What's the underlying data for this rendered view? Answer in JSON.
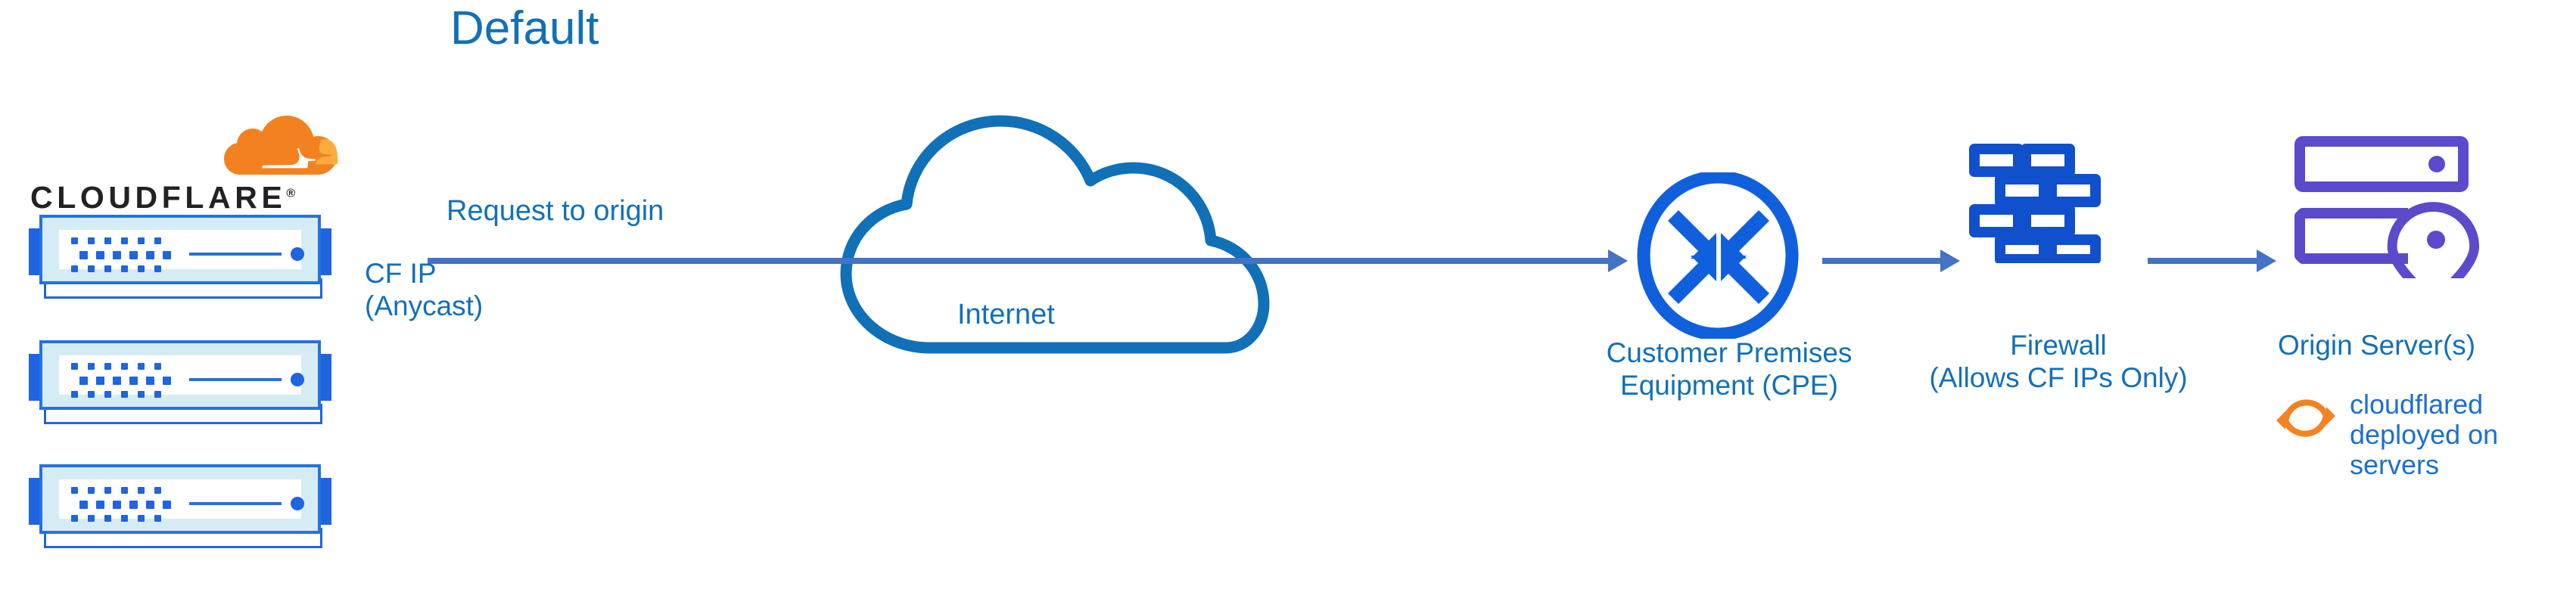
{
  "title": "Default",
  "brand": {
    "wordmark": "CLOUDFLARE",
    "registered_mark": "®",
    "logo_orange": "#f48120",
    "logo_orange_light": "#faad3f"
  },
  "colors": {
    "title_blue": "#1270b8",
    "label_blue": "#1270b8",
    "cloudflared_blue": "#1b6fd2",
    "arrow_blue": "#4472c4",
    "cloud_outline_blue": "#1070b8",
    "device_blue": "#1f64e0",
    "device_fill_light": "#d6ecf5",
    "firewall_blue": "#1050cc",
    "cpe_blue": "#1060dd",
    "origin_purple": "#5b4acc",
    "cloudflared_orange": "#f58220"
  },
  "nodes": [
    {
      "id": "cloudflare-edge",
      "icon": "cloudflare-logo",
      "label": "",
      "device_count": 3
    },
    {
      "id": "internet",
      "icon": "cloud-icon",
      "label": "Internet"
    },
    {
      "id": "cpe",
      "icon": "router-icon",
      "label": "Customer Premises\nEquipment (CPE)"
    },
    {
      "id": "firewall",
      "icon": "brick-wall-icon",
      "label": "Firewall\n(Allows CF IPs Only)"
    },
    {
      "id": "origin",
      "icon": "server-rack-pin-icon",
      "label": "Origin Server(s)"
    }
  ],
  "annotations": {
    "request_to_origin": "Request to origin",
    "cf_ip": "CF IP\n(Anycast)",
    "cloudflared_note": "cloudflared\ndeployed on\nservers"
  },
  "labels": {
    "internet": "Internet",
    "cpe": "Customer Premises\nEquipment (CPE)",
    "firewall": "Firewall\n(Allows CF IPs Only)",
    "origin": "Origin Server(s)"
  },
  "flow": [
    {
      "from": "cloudflare-edge",
      "to": "cpe",
      "via": "internet",
      "label": "Request to origin"
    },
    {
      "from": "cpe",
      "to": "firewall",
      "label": ""
    },
    {
      "from": "firewall",
      "to": "origin",
      "label": ""
    }
  ],
  "icon_names": {
    "cloudflare": "cloudflare-logo-icon",
    "server": "server-device-icon",
    "cloud": "cloud-icon",
    "router": "router-arrows-icon",
    "firewall": "brick-wall-icon",
    "origin": "server-rack-location-pin-icon",
    "sync": "circular-arrows-sync-icon"
  }
}
